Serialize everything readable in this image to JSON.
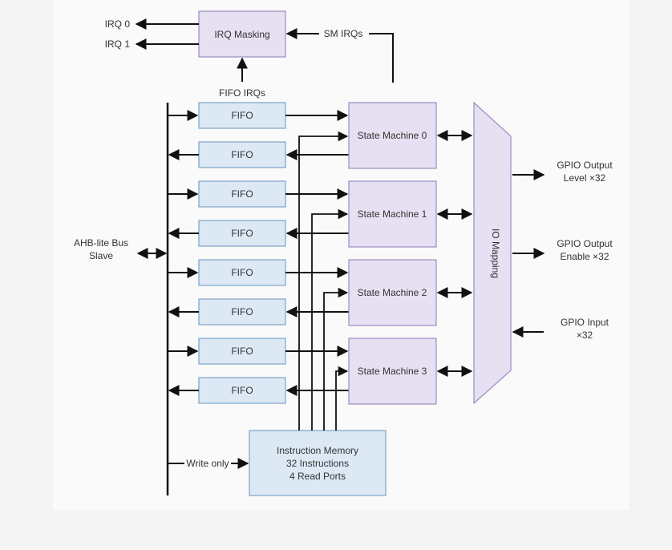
{
  "irq": {
    "masking_label": "IRQ Masking",
    "irq0": "IRQ 0",
    "irq1": "IRQ 1",
    "sm_irqs": "SM IRQs",
    "fifo_irqs": "FIFO IRQs"
  },
  "fifo_label": "FIFO",
  "state_machines": [
    "State Machine 0",
    "State Machine 1",
    "State Machine 2",
    "State Machine 3"
  ],
  "bus": {
    "line1": "AHB-lite Bus",
    "line2": "Slave"
  },
  "write_only": "Write only",
  "instruction_memory": {
    "line1": "Instruction Memory",
    "line2": "32 Instructions",
    "line3": "4 Read Ports"
  },
  "io_mapping": "IO Mapping",
  "gpio": {
    "output_level": {
      "line1": "GPIO Output",
      "line2": "Level ×32"
    },
    "output_enable": {
      "line1": "GPIO Output",
      "line2": "Enable ×32"
    },
    "input": {
      "line1": "GPIO Input",
      "line2": "×32"
    }
  },
  "colors": {
    "fifo_fill": "#dce9f5",
    "fifo_stroke": "#7ba3c9",
    "sm_fill": "#e6e0f2",
    "sm_stroke": "#9a8cc2",
    "line": "#111111"
  }
}
